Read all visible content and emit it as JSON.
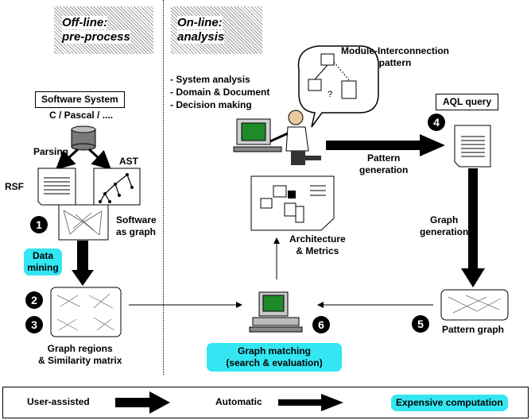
{
  "phases": {
    "offline": [
      "Off-line:",
      "pre-process"
    ],
    "online": [
      "On-line:",
      "analysis"
    ]
  },
  "left": {
    "software_system": "Software System",
    "languages": "C / Pascal / ....",
    "parsing": "Parsing",
    "rsf": "RSF",
    "ast": "AST",
    "software_as_graph": [
      "Software",
      "as graph"
    ],
    "data_mining": [
      "Data",
      "mining"
    ],
    "graph_regions": [
      "Graph regions",
      "& Similarity matrix"
    ]
  },
  "center": {
    "tasks": [
      "- System analysis",
      "- Domain & Document",
      "- Decision making"
    ],
    "architecture": [
      "Architecture",
      "& Metrics"
    ],
    "graph_matching": [
      "Graph matching",
      "(search & evaluation)"
    ]
  },
  "right": {
    "module_pattern": [
      "Module-Interconnection",
      "pattern"
    ],
    "aql_query": "AQL query",
    "pattern_generation": [
      "Pattern",
      "generation"
    ],
    "graph_generation": [
      "Graph",
      "generation"
    ],
    "pattern_graph": "Pattern graph"
  },
  "markers": [
    "1",
    "2",
    "3",
    "4",
    "5",
    "6"
  ],
  "legend": {
    "user_assisted": "User-assisted",
    "automatic": "Automatic",
    "expensive": "Expensive computation"
  },
  "colors": {
    "highlight": "#33e6f2",
    "monitor": "#1f8a2a",
    "person_shirt": "#ffffff"
  }
}
